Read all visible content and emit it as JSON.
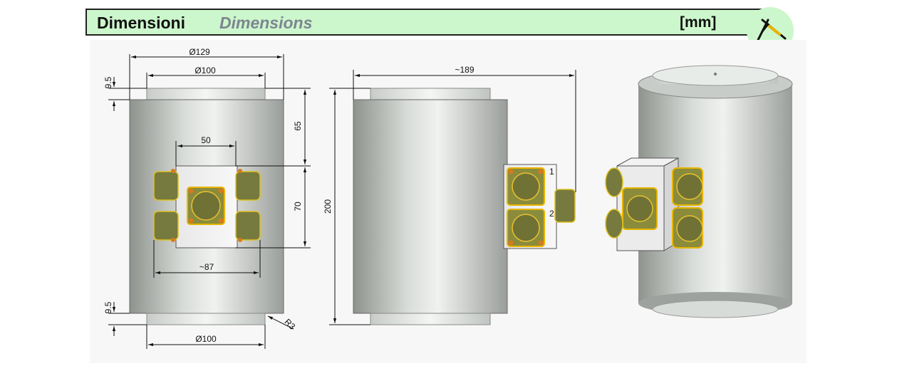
{
  "header": {
    "title_it": "Dimensioni",
    "title_en": "Dimensions",
    "units": "[mm]",
    "badge_icon": "caliper-icon"
  },
  "dimensions": {
    "top_outer_diameter": "Ø129",
    "top_inner_diameter": "Ø100",
    "bottom_inner_diameter": "Ø100",
    "flange_top_height": "9.5",
    "flange_bottom_height": "9.5",
    "upper_section": "65",
    "connector_block_height": "70",
    "connector_block_width": "50",
    "connector_span": "~87",
    "corner_radius": "R3",
    "overall_height": "200",
    "side_depth": "~189"
  },
  "connector_labels": {
    "first": "1",
    "second": "2"
  },
  "colors": {
    "header_bg": "#ccf7cc",
    "body_steel": "#b8bcb8",
    "connector_green": "#7a7a3a",
    "screw_orange": "#d87a1c"
  }
}
